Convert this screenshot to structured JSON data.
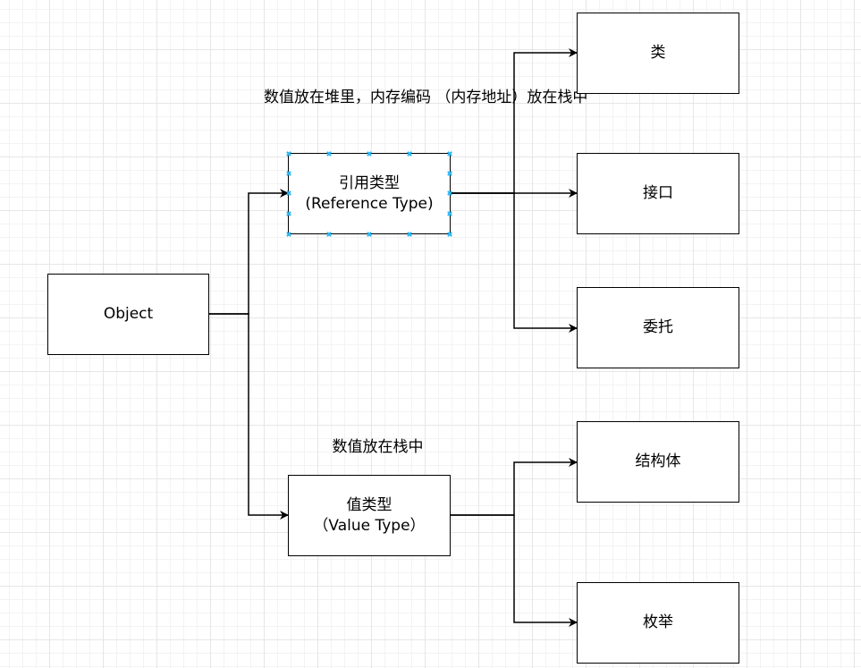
{
  "diagram": {
    "nodes": {
      "object": "Object",
      "reference_type": [
        "引用类型",
        "(Reference Type)"
      ],
      "value_type": [
        "值类型",
        "（Value Type）"
      ],
      "class": "类",
      "interface": "接口",
      "delegate": "委托",
      "struct": "结构体",
      "enum": "枚举"
    },
    "annotations": {
      "reference_note": [
        "数值放在堆里，内存编码",
        "（内存地址）放在栈中"
      ],
      "value_note": "数值放在栈中"
    },
    "colors": {
      "selection_handle": "#29b6f2",
      "stroke": "#000000",
      "grid": "#e6e6e6"
    }
  }
}
